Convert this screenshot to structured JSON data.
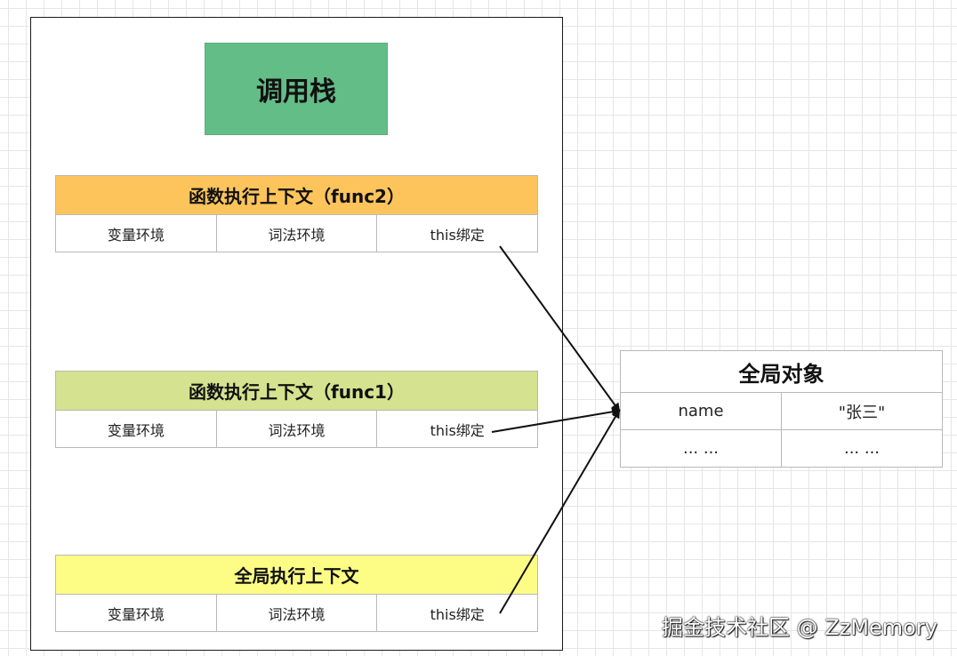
{
  "call_stack": {
    "title": "调用栈",
    "contexts": [
      {
        "title": "函数执行上下文（func2）",
        "color": "#fdc45c",
        "cells": [
          "变量环境",
          "词法环境",
          "this绑定"
        ]
      },
      {
        "title": "函数执行上下文（func1）",
        "color": "#d5e28f",
        "cells": [
          "变量环境",
          "词法环境",
          "this绑定"
        ]
      },
      {
        "title": "全局执行上下文",
        "color": "#fdfd86",
        "cells": [
          "变量环境",
          "词法环境",
          "this绑定"
        ]
      }
    ]
  },
  "global_object": {
    "title": "全局对象",
    "rows": [
      [
        "name",
        "\"张三\""
      ],
      [
        "... ...",
        "... ..."
      ]
    ]
  },
  "watermark": "掘金技术社区 @ ZzMemory"
}
